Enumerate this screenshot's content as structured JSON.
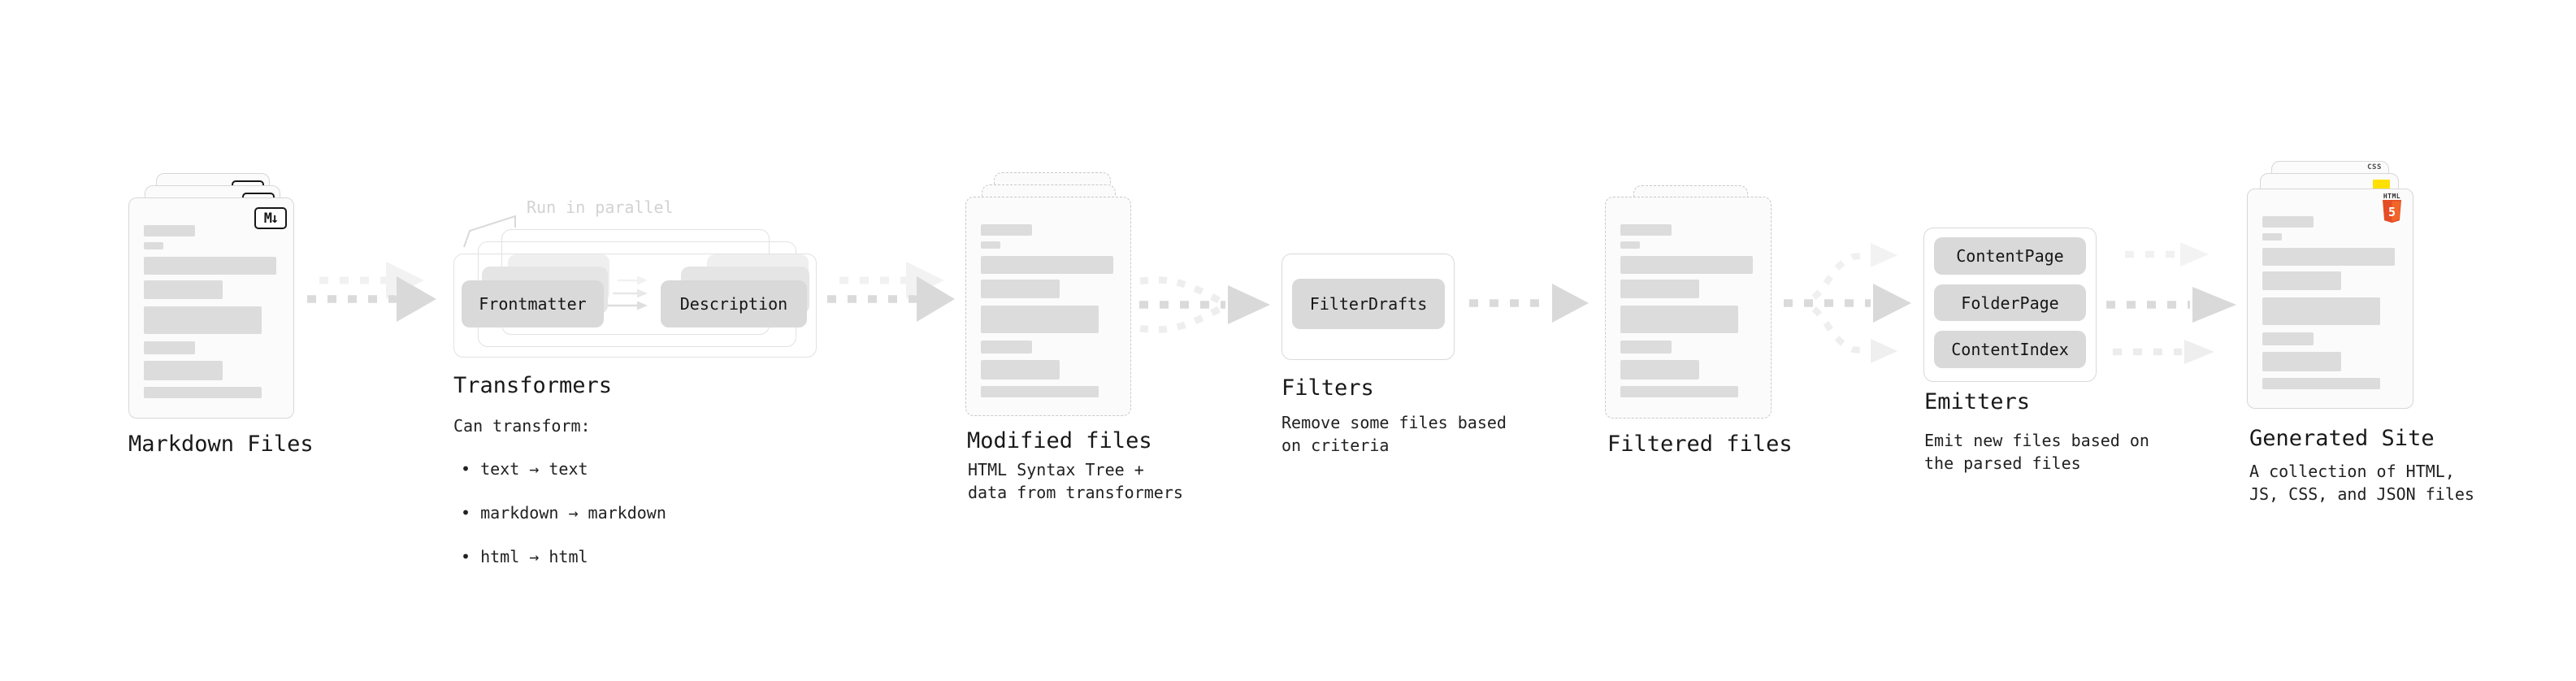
{
  "pipeline": {
    "markdown_files": {
      "title": "Markdown Files",
      "badge": "M↓"
    },
    "transformers": {
      "title": "Transformers",
      "annotation": "Run in parallel",
      "nodes": [
        "Frontmatter",
        "Description"
      ],
      "description_heading": "Can transform:",
      "bullets": [
        "• text → text",
        "• markdown → markdown",
        "• html → html"
      ]
    },
    "modified_files": {
      "title": "Modified files",
      "description": "HTML Syntax Tree +\ndata from transformers"
    },
    "filters": {
      "title": "Filters",
      "nodes": [
        "FilterDrafts"
      ],
      "description": "Remove some files based\non criteria"
    },
    "filtered_files": {
      "title": "Filtered files"
    },
    "emitters": {
      "title": "Emitters",
      "nodes": [
        "ContentPage",
        "FolderPage",
        "ContentIndex"
      ],
      "description": "Emit new files based on\nthe parsed files"
    },
    "generated_site": {
      "title": "Generated Site",
      "description": "A collection of HTML,\nJS, CSS, and JSON files",
      "css_badge": "CSS",
      "html_badge_label": "HTML",
      "html_badge_number": "5"
    },
    "colors": {
      "html5_orange": "#e44d26",
      "html5_orange_light": "#f16529",
      "js_yellow": "#ffe001",
      "css_blue": "#2d53e5"
    }
  }
}
